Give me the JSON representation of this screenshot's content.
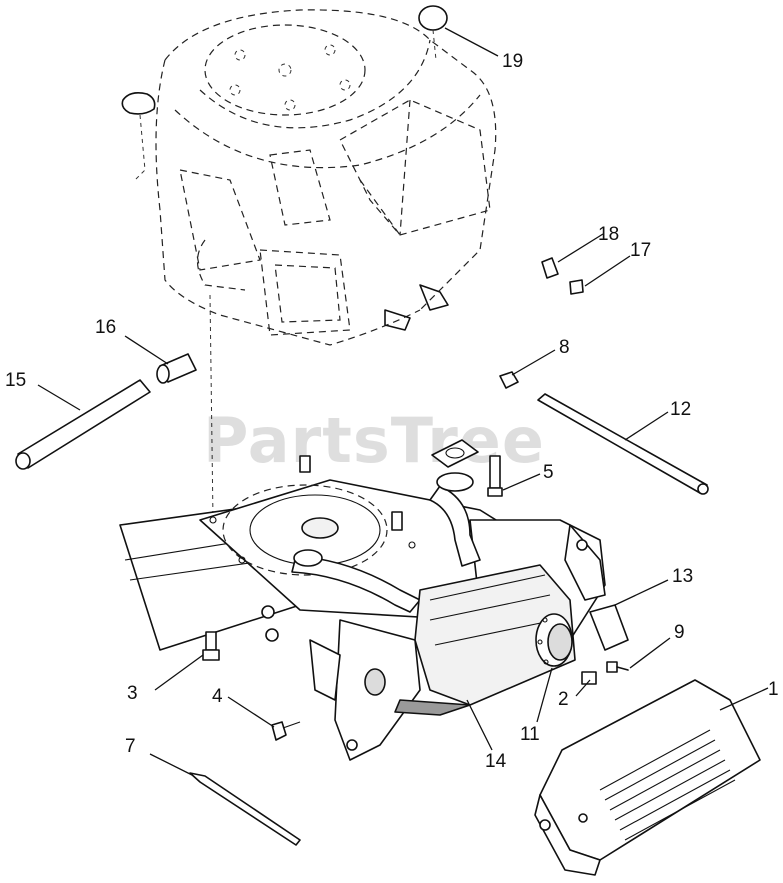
{
  "watermark": "PartsTree",
  "callouts": [
    {
      "id": "c1",
      "label": "1"
    },
    {
      "id": "c2",
      "label": "2"
    },
    {
      "id": "c3",
      "label": "3"
    },
    {
      "id": "c4",
      "label": "4"
    },
    {
      "id": "c5",
      "label": "5"
    },
    {
      "id": "c7",
      "label": "7"
    },
    {
      "id": "c8",
      "label": "8"
    },
    {
      "id": "c9",
      "label": "9"
    },
    {
      "id": "c11",
      "label": "11"
    },
    {
      "id": "c12",
      "label": "12"
    },
    {
      "id": "c13",
      "label": "13"
    },
    {
      "id": "c14",
      "label": "14"
    },
    {
      "id": "c15",
      "label": "15"
    },
    {
      "id": "c16",
      "label": "16"
    },
    {
      "id": "c17",
      "label": "17"
    },
    {
      "id": "c18",
      "label": "18"
    },
    {
      "id": "c19",
      "label": "19"
    }
  ],
  "colors": {
    "line": "#111111",
    "background": "#ffffff",
    "watermark": "#000000"
  }
}
